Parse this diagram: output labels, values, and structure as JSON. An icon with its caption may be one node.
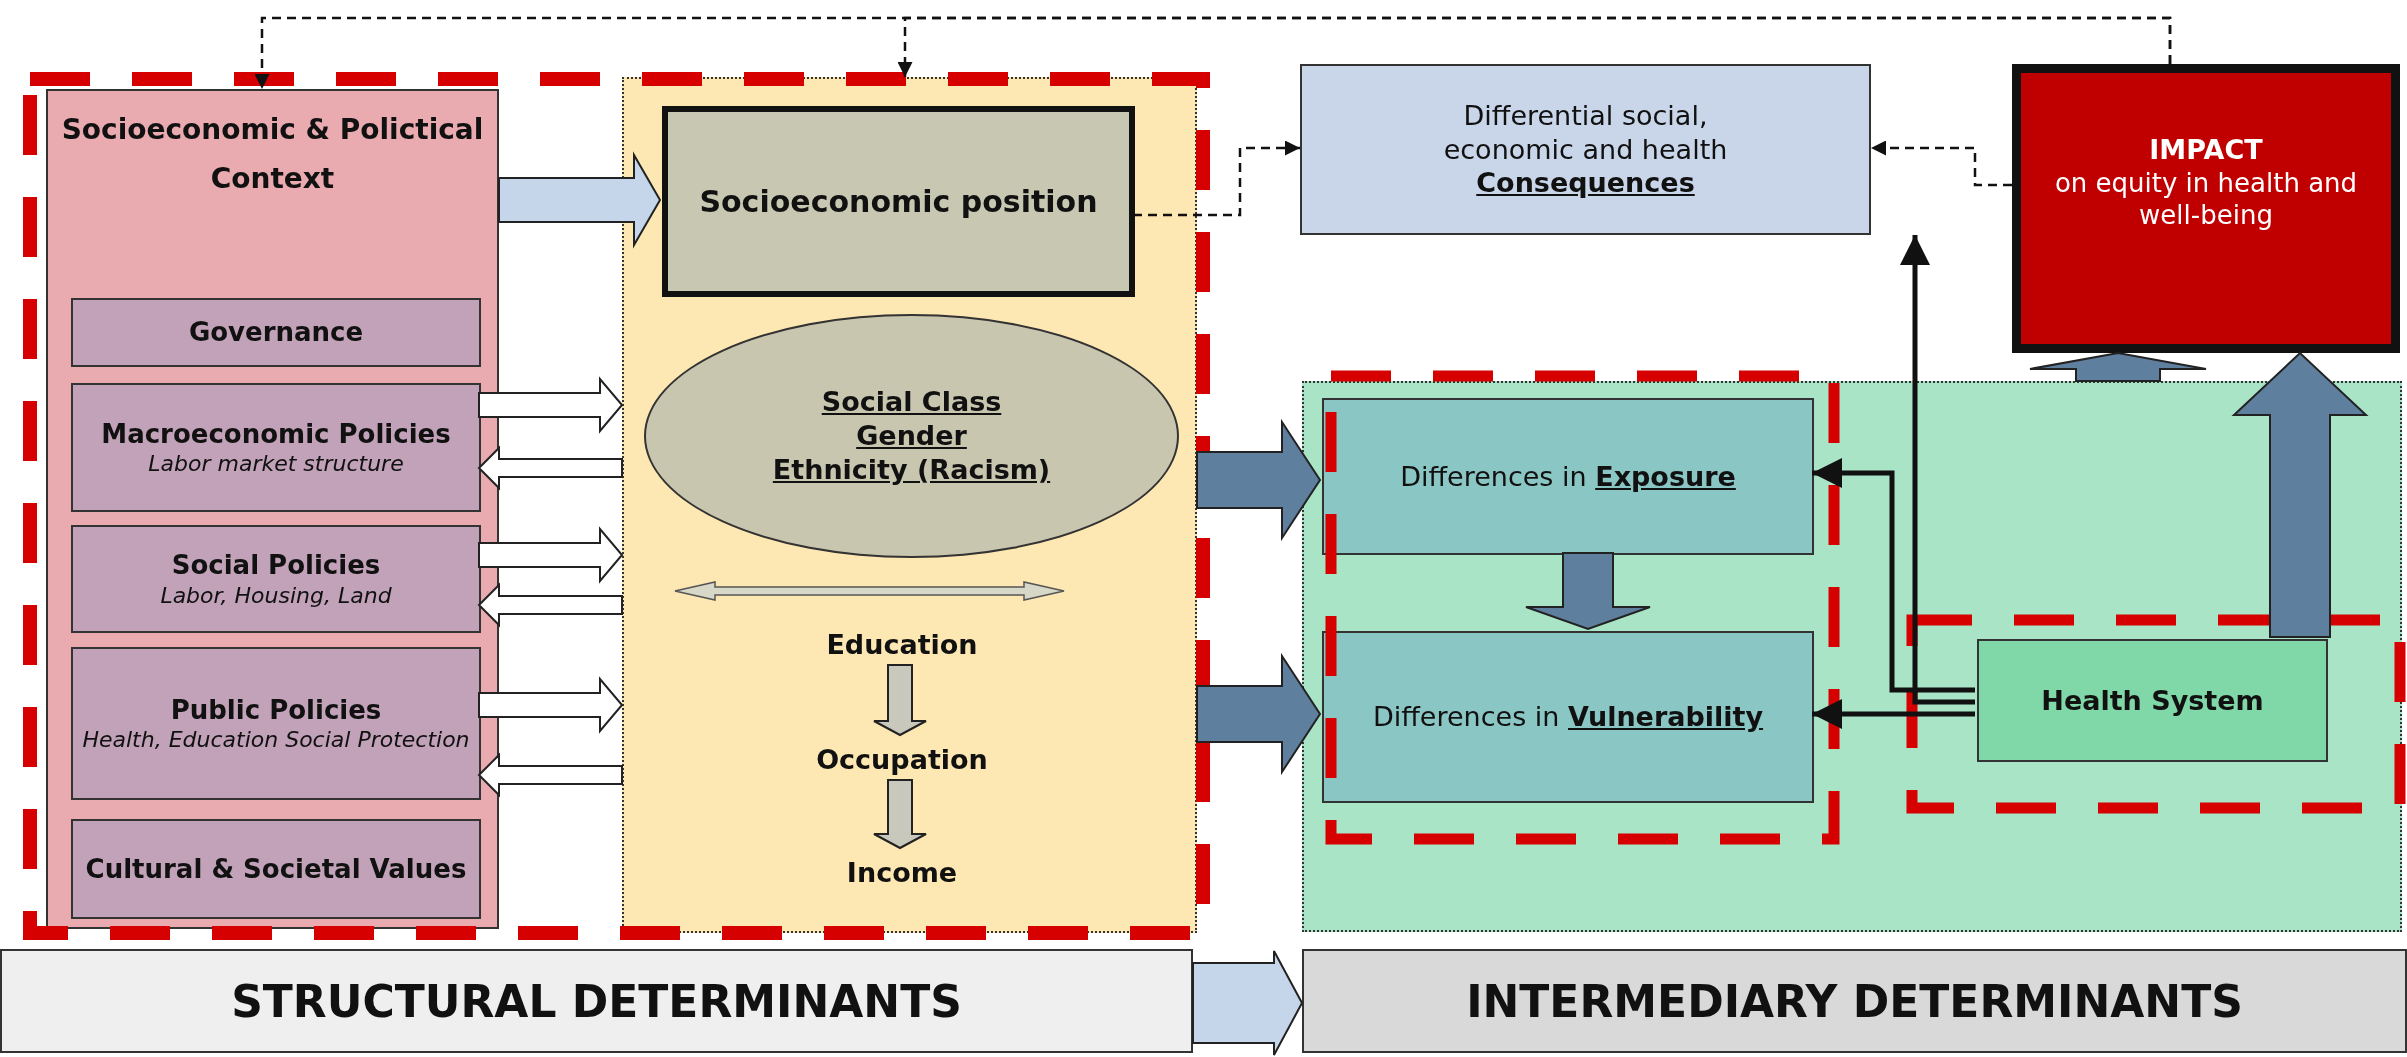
{
  "diagram": {
    "nodes": [
      {
        "text": [
          "Socioeconomic & Polictical Context"
        ]
      },
      {
        "text": [
          "Governance"
        ],
        "in": 0
      },
      {
        "text": [
          "Macroeconomic Policies",
          "Labor market structure"
        ],
        "in": 0
      },
      {
        "text": [
          "Social Policies",
          "Labor, Housing, Land"
        ],
        "in": 0
      },
      {
        "text": [
          "Public Policies",
          "Health, Education Social Protection"
        ],
        "in": 0
      },
      {
        "text": [
          "Cultural & Societal Values"
        ],
        "in": 0
      },
      {
        "text": [],
        "shape": "box"
      },
      {
        "text": [
          "Socioeconomic position"
        ],
        "in": 6
      },
      {
        "text": [
          "Social Class",
          "Gender",
          "Ethnicity (Racism)"
        ],
        "in": 6
      },
      {
        "text": [
          "Education"
        ],
        "in": 6
      },
      {
        "text": [
          "Occupation"
        ],
        "in": 6
      },
      {
        "text": [
          "Income"
        ],
        "in": 6
      },
      {
        "text": [
          "Differential social, economic and health **Consequences**"
        ]
      },
      {
        "text": [
          "IMPACT",
          "on equity in health and well-being"
        ]
      },
      {
        "text": [],
        "shape": "box"
      },
      {
        "text": [
          "Differences in **Exposure**"
        ],
        "in": 14
      },
      {
        "text": [
          "Differences in **Vulnerability**"
        ],
        "in": 14
      },
      {
        "text": [
          "Health System"
        ],
        "in": 14
      },
      {
        "text": [
          "STRUCTURAL DETERMINANTS"
        ]
      },
      {
        "text": [
          "INTERMEDIARY DETERMINANTS"
        ]
      }
    ],
    "edges": [
      {
        "from": 0,
        "to": 7,
        "arrow": "to",
        "style": "thick",
        "color": "#c6d6ea"
      },
      {
        "from": 2,
        "to": 6,
        "arrow": "to",
        "style": "thick",
        "color": "#ffffff"
      },
      {
        "from": 6,
        "to": 2,
        "arrow": "to",
        "style": "thick",
        "color": "#ffffff"
      },
      {
        "from": 3,
        "to": 6,
        "arrow": "to",
        "style": "thick",
        "color": "#ffffff"
      },
      {
        "from": 6,
        "to": 3,
        "arrow": "to",
        "style": "thick",
        "color": "#ffffff"
      },
      {
        "from": 4,
        "to": 6,
        "arrow": "to",
        "style": "thick",
        "color": "#ffffff"
      },
      {
        "from": 6,
        "to": 4,
        "arrow": "to",
        "style": "thick",
        "color": "#ffffff"
      },
      {
        "from": 9,
        "to": 10,
        "arrow": "to",
        "style": "thick",
        "color": "#c8c8bc"
      },
      {
        "from": 10,
        "to": 11,
        "arrow": "to",
        "style": "thick",
        "color": "#c8c8bc"
      },
      {
        "from": 7,
        "to": 12,
        "arrow": "to",
        "style": "dashed"
      },
      {
        "from": 13,
        "to": 12,
        "arrow": "to",
        "style": "dashed"
      },
      {
        "from": 13,
        "to": 0,
        "arrow": "to",
        "style": "dashed"
      },
      {
        "from": 13,
        "to": 6,
        "arrow": "to",
        "style": "dashed"
      },
      {
        "from": 6,
        "to": 15,
        "arrow": "to",
        "style": "thick",
        "color": "#5f7f9f"
      },
      {
        "from": 6,
        "to": 16,
        "arrow": "to",
        "style": "thick",
        "color": "#5f7f9f"
      },
      {
        "from": 15,
        "to": 16,
        "arrow": "to",
        "style": "thick",
        "color": "#5f7f9f"
      },
      {
        "from": 17,
        "to": 15,
        "arrow": "to"
      },
      {
        "from": 17,
        "to": 16,
        "arrow": "to"
      },
      {
        "from": 17,
        "to": 12,
        "arrow": "to"
      },
      {
        "from": 14,
        "to": 13,
        "arrow": "to",
        "style": "thick",
        "color": "#5f7f9f"
      },
      {
        "from": 17,
        "to": 13,
        "arrow": "to",
        "style": "thick",
        "color": "#5f7f9f"
      },
      {
        "from": 18,
        "to": 19,
        "arrow": "to",
        "style": "thick",
        "color": "#c6d6ea"
      }
    ]
  }
}
